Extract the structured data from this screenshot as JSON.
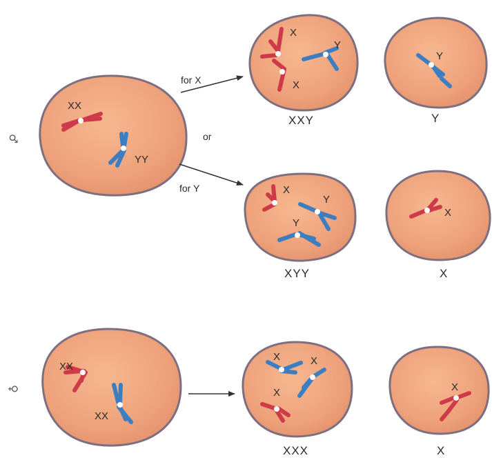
{
  "colors": {
    "cell_fill": "#f0a77e",
    "cell_edge": "#7d6f80",
    "x_chromosome": "#cf3a4a",
    "y_chromosome": "#3d7ec2"
  },
  "male": {
    "symbol": "♂",
    "parent": {
      "labels": [
        "XX",
        "YY"
      ]
    },
    "arrow_labels": {
      "to_x": "for X",
      "or": "or",
      "to_y": "for Y"
    },
    "row1": {
      "cell_a": {
        "chromosome_labels": [
          "X",
          "Y",
          "X"
        ],
        "caption": "XXY"
      },
      "cell_b": {
        "chromosome_labels": [
          "Y"
        ],
        "caption": "Y"
      }
    },
    "row2": {
      "cell_a": {
        "chromosome_labels": [
          "X",
          "Y",
          "Y"
        ],
        "caption": "XYY"
      },
      "cell_b": {
        "chromosome_labels": [
          "X"
        ],
        "caption": "X"
      }
    }
  },
  "female": {
    "symbol": "♀",
    "parent": {
      "labels": [
        "XX",
        "XX"
      ]
    },
    "row": {
      "cell_a": {
        "chromosome_labels": [
          "X",
          "X",
          "X"
        ],
        "caption": "XXX"
      },
      "cell_b": {
        "chromosome_labels": [
          "X"
        ],
        "caption": "X"
      }
    }
  }
}
